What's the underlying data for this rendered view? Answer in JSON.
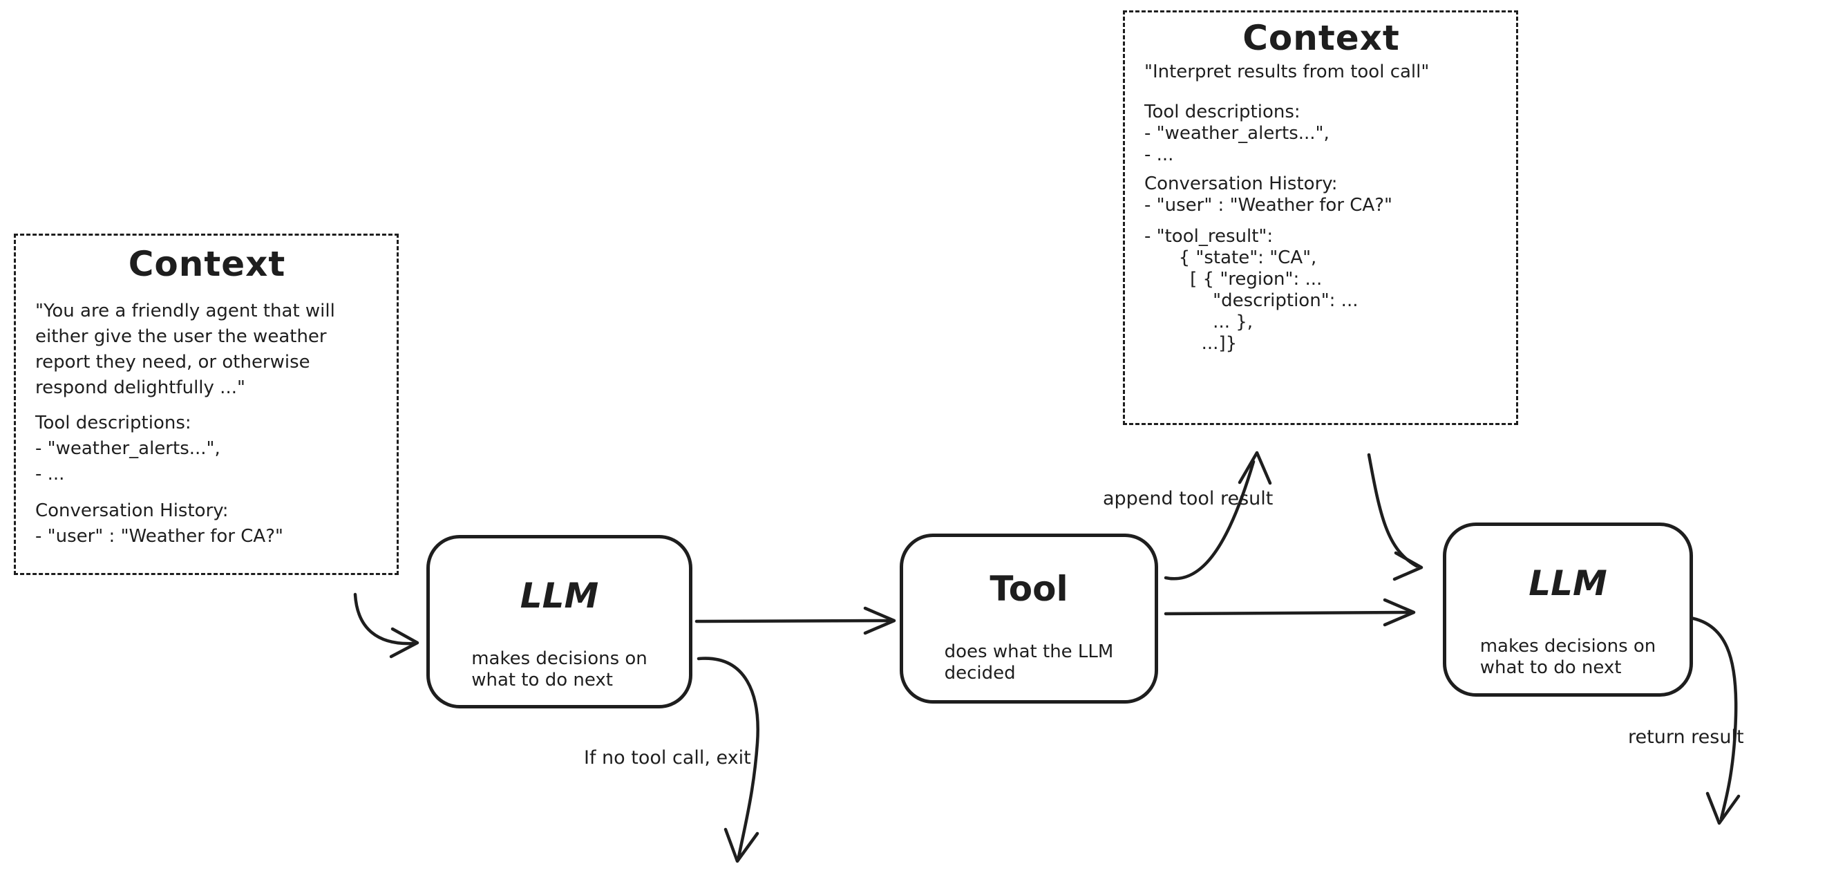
{
  "colors": {
    "ink": "#1e1e1e",
    "background": "#ffffff"
  },
  "context_left": {
    "title": "Context",
    "prompt": "\"You are a friendly agent that will\neither give the user the weather\nreport they need, or otherwise\nrespond delightfully ...\"",
    "tools": "Tool descriptions:\n- \"weather_alerts...\",\n- ...",
    "history": "Conversation History:\n- \"user\" : \"Weather for CA?\""
  },
  "context_top": {
    "title": "Context",
    "prompt": "\"Interpret results from tool call\"",
    "tools": "Tool descriptions:\n- \"weather_alerts...\",\n- ...",
    "history": "Conversation History:\n- \"user\" : \"Weather for CA?\"",
    "tool_result": "- \"tool_result\":\n      { \"state\": \"CA\",\n        [ { \"region\": ...\n            \"description\": ...\n            ... },\n          ...]}"
  },
  "nodes": {
    "llm1": {
      "title": "LLM",
      "subtitle": "makes decisions on\nwhat to do next"
    },
    "tool": {
      "title": "Tool",
      "subtitle": "does what the LLM\ndecided"
    },
    "llm2": {
      "title": "LLM",
      "subtitle": "makes decisions on\nwhat to do next"
    }
  },
  "labels": {
    "append": "append tool result",
    "exit": "If no tool call, exit",
    "return": "return result"
  }
}
